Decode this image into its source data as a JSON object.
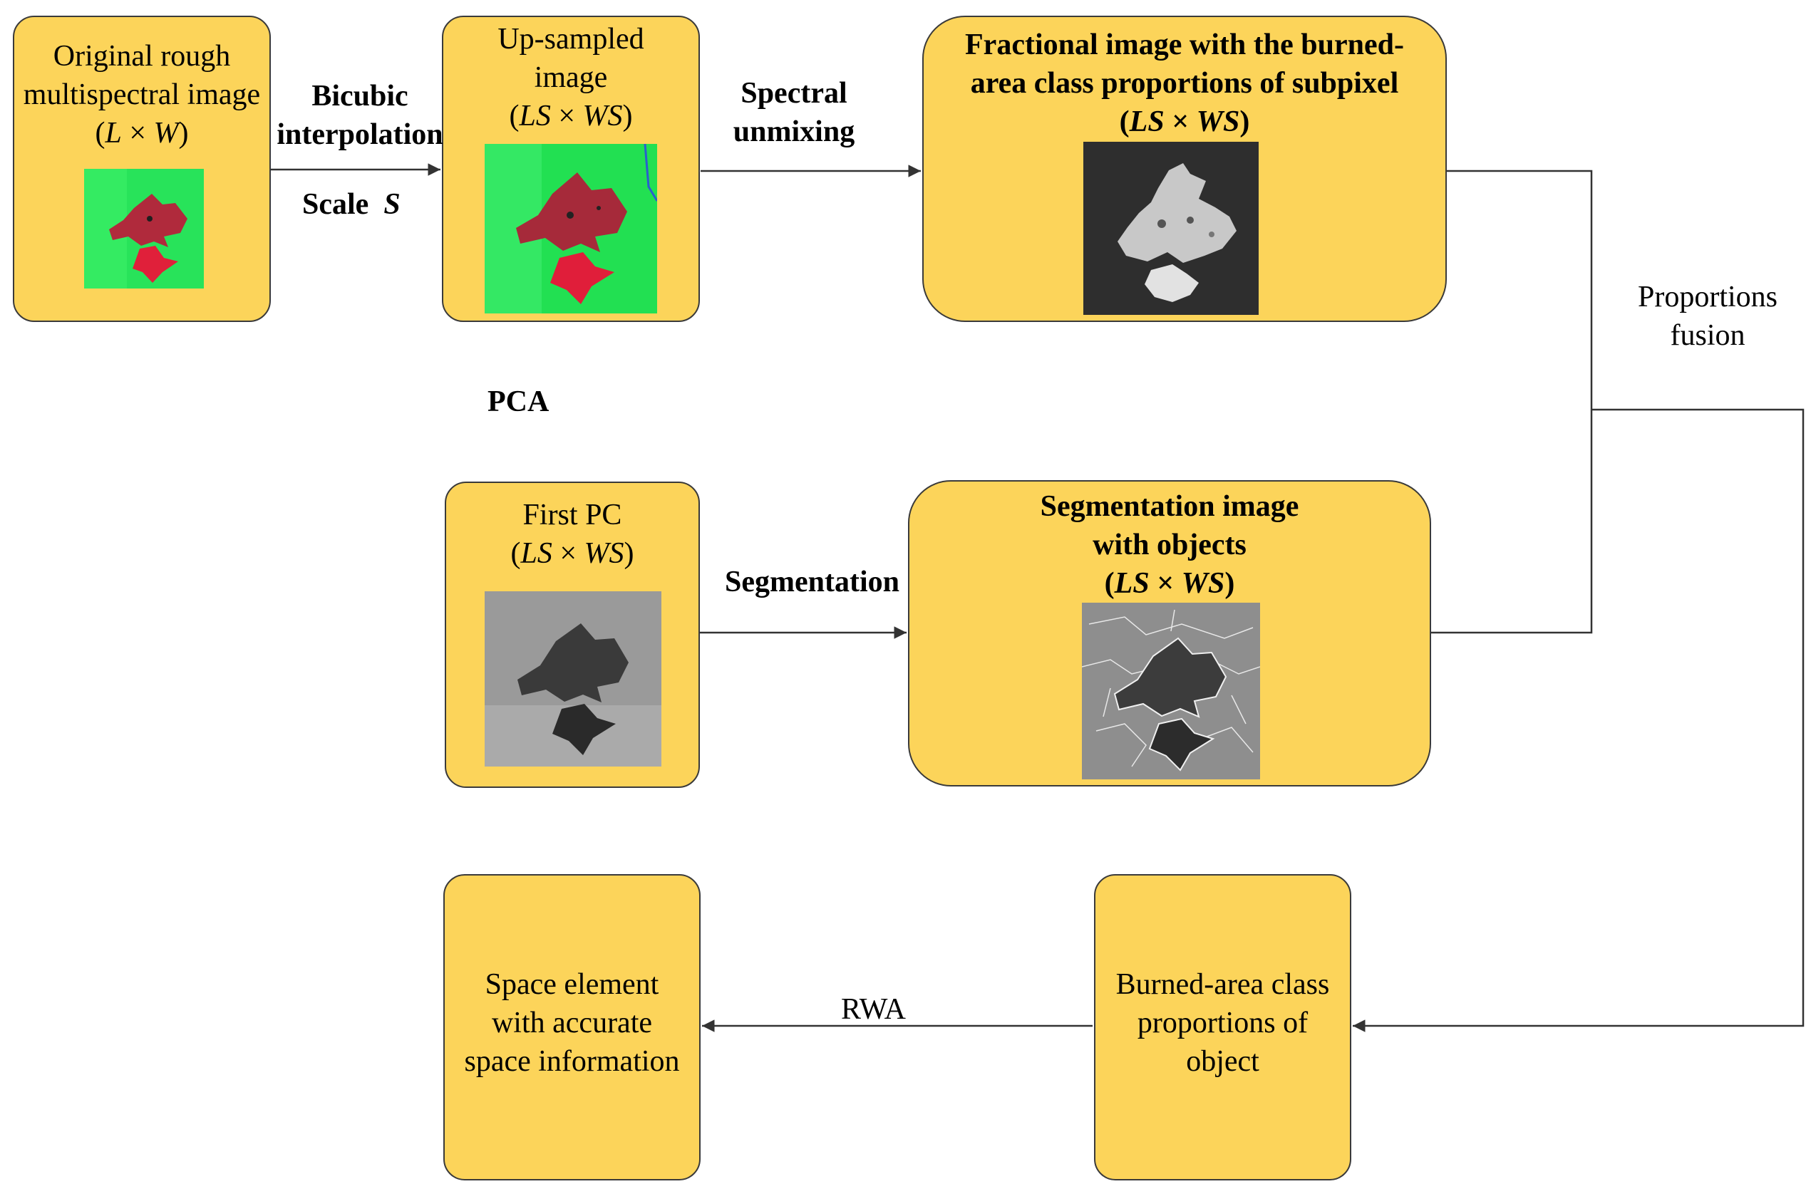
{
  "nodes": {
    "original": {
      "line1": "Original rough",
      "line2": "multispectral image",
      "dim_a": "L",
      "times": " × ",
      "dim_b": "W",
      "open": "(",
      "close": ")"
    },
    "upsampled": {
      "line1": "Up-sampled",
      "line2": "image",
      "dim_a": "LS",
      "times": " × ",
      "dim_b": "WS",
      "open": "(",
      "close": ")"
    },
    "fractional": {
      "line1": "Fractional image with the burned-",
      "line2": "area class proportions of subpixel",
      "dim_a": "LS",
      "times": " × ",
      "dim_b": "WS",
      "open": "(",
      "close": ")"
    },
    "first_pc": {
      "line1": "First PC",
      "dim_a": "LS",
      "times": " × ",
      "dim_b": "WS",
      "open": "(",
      "close": ")"
    },
    "segmentation": {
      "line1": "Segmentation image",
      "line2": "with objects",
      "dim_a": "LS",
      "times": " × ",
      "dim_b": "WS",
      "open": "(",
      "close": ")"
    },
    "burned_object": {
      "line1": "Burned-area class",
      "line2": "proportions of",
      "line3": "object"
    },
    "space_element": {
      "line1": "Space element",
      "line2": "with accurate",
      "line3": "space information"
    }
  },
  "edges": {
    "bicubic": {
      "line1": "Bicubic",
      "line2": "interpolation"
    },
    "scale": {
      "text": "Scale",
      "var": "S"
    },
    "spectral": {
      "line1": "Spectral",
      "line2": "unmixing"
    },
    "pca": {
      "text": "PCA"
    },
    "segmentation": {
      "text": "Segmentation"
    },
    "fusion": {
      "line1": "Proportions",
      "line2": "fusion"
    },
    "rwa": {
      "text": "RWA"
    }
  },
  "colors": {
    "box_fill": "#fcd45a",
    "box_border": "#3a3a3a",
    "line": "#333333",
    "vegetation": "#22e050",
    "burn": "#b0283a"
  }
}
